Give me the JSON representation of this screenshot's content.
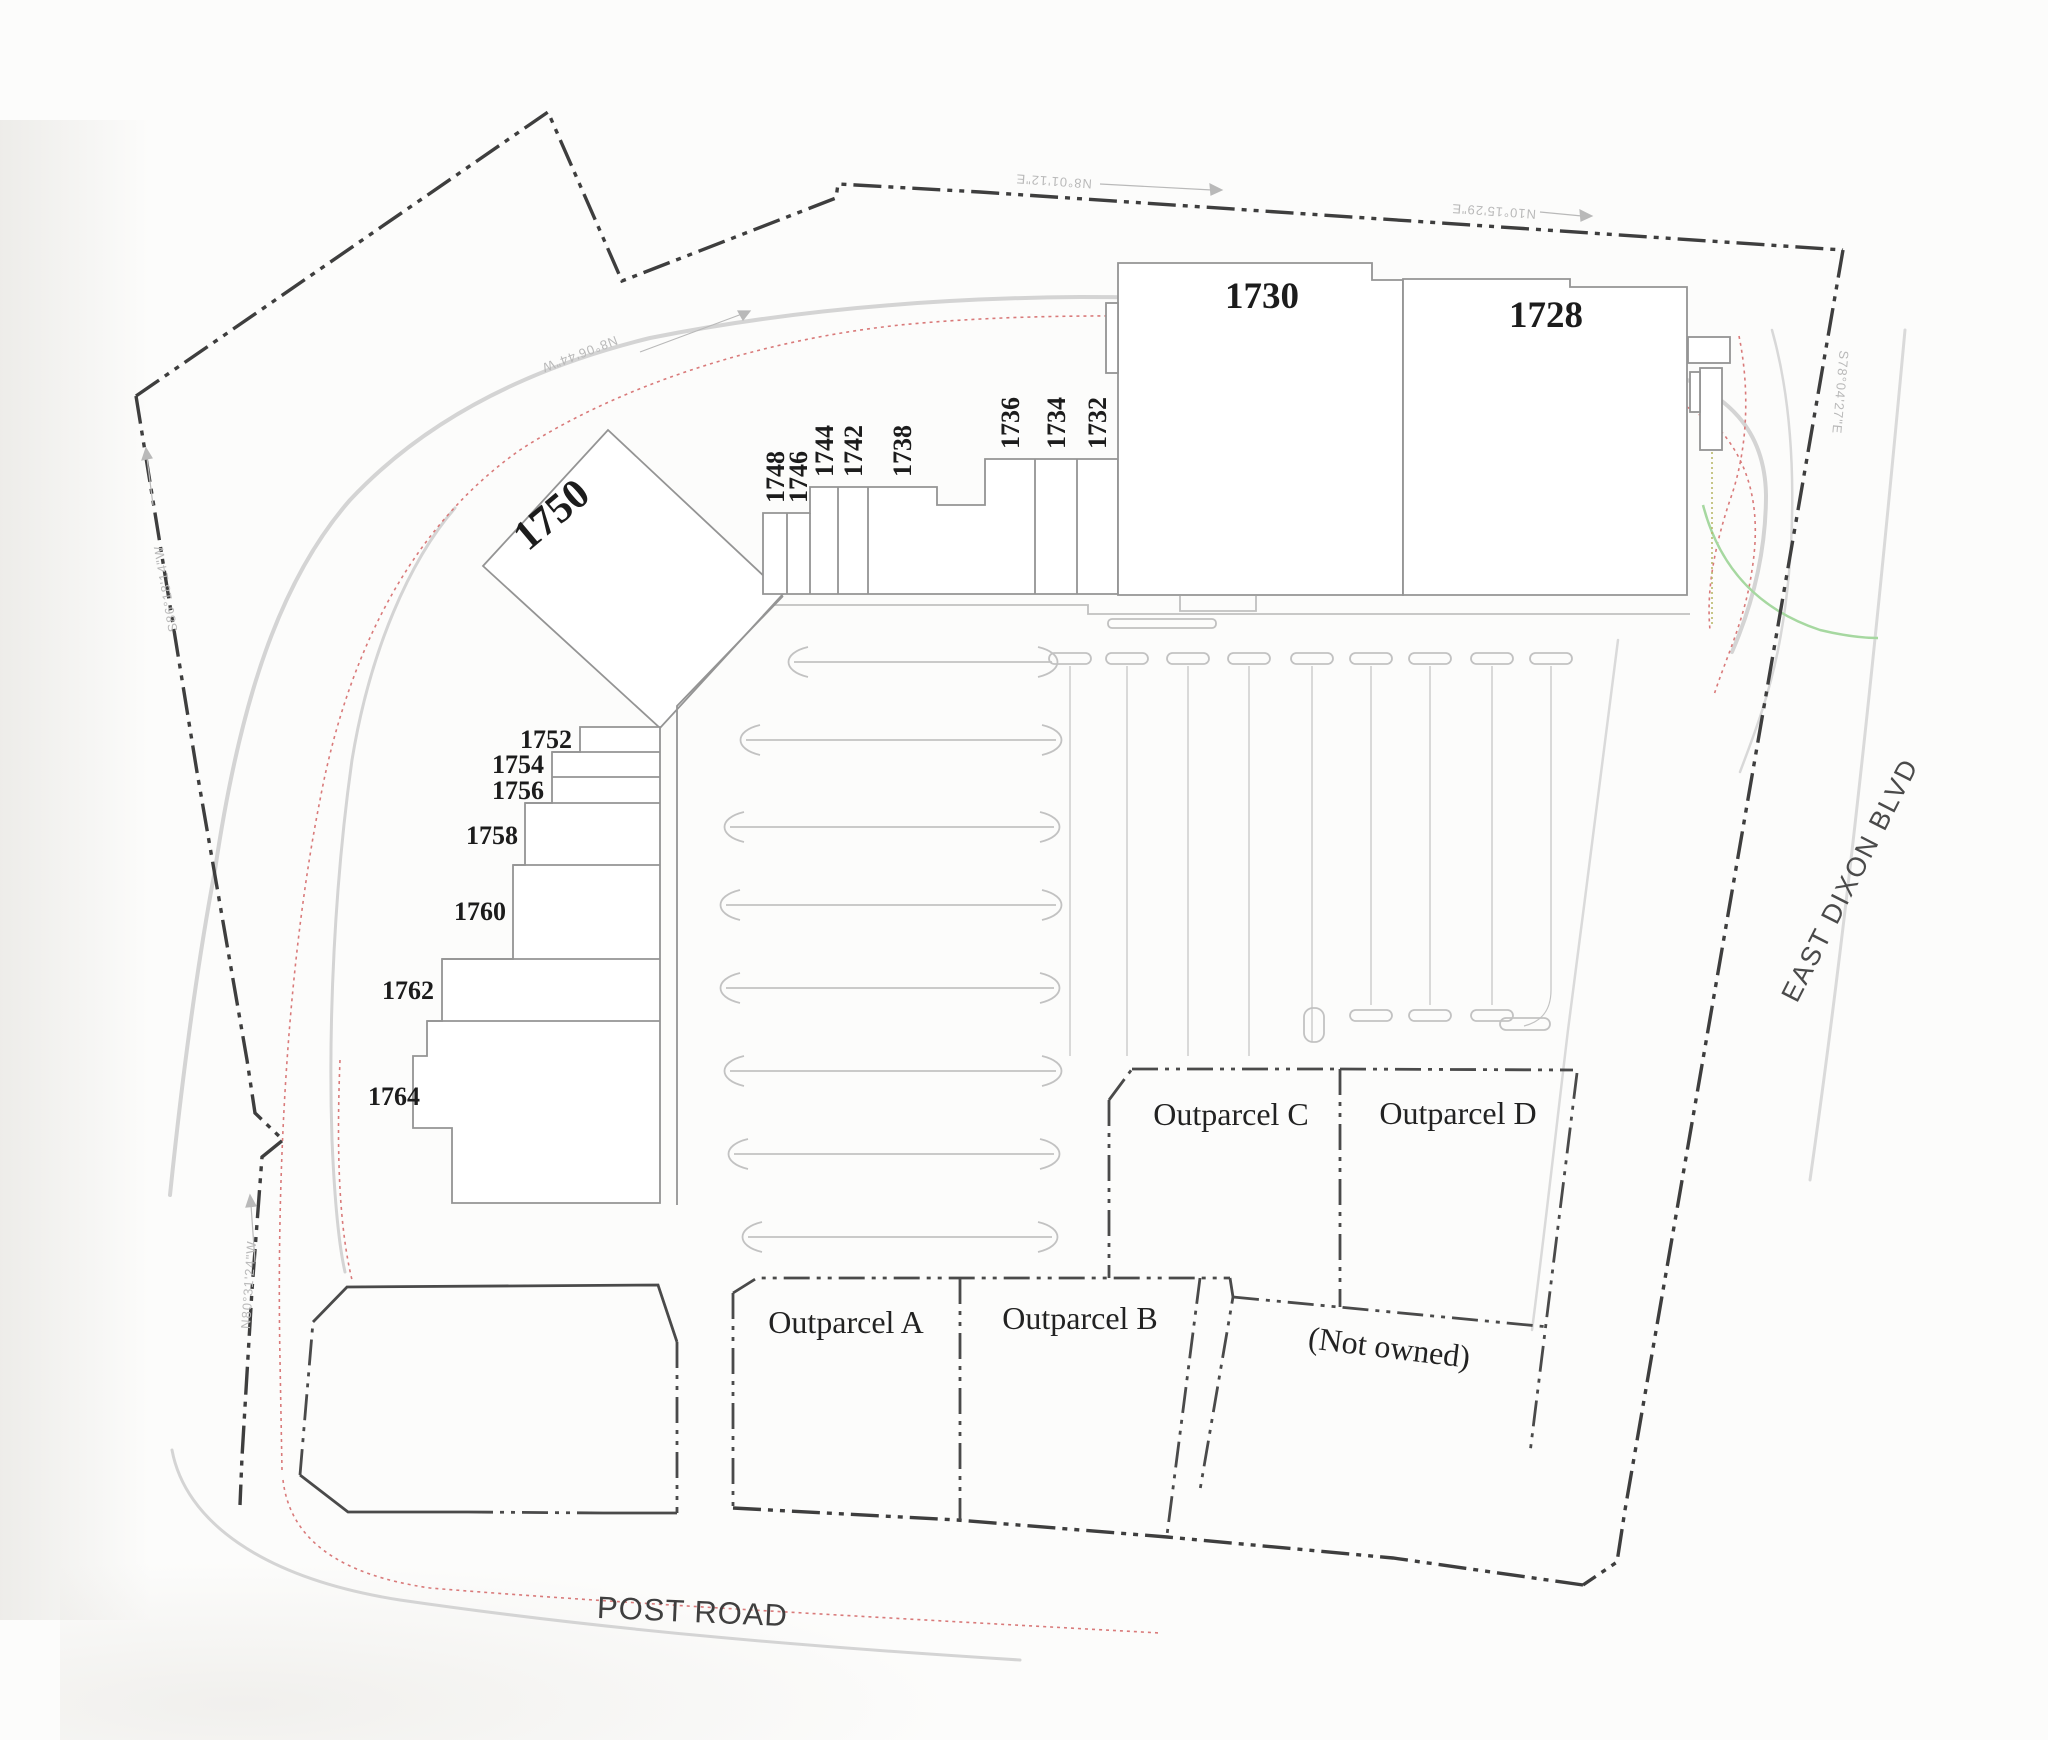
{
  "plan": {
    "buildings": {
      "b1730": "1730",
      "b1728": "1728",
      "b1750": "1750"
    },
    "strip_units": [
      "1748",
      "1746",
      "1744",
      "1742",
      "1738",
      "1736",
      "1734",
      "1732"
    ],
    "west_units": [
      "1752",
      "1754",
      "1756",
      "1758",
      "1760",
      "1762",
      "1764"
    ],
    "outparcels": {
      "a": "Outparcel A",
      "b": "Outparcel B",
      "c": "Outparcel C",
      "d": "Outparcel D",
      "not_owned": "(Not owned)"
    },
    "roads": {
      "post_road": "POST ROAD",
      "east_dixon": "EAST DIXON BLVD"
    },
    "bearings": {
      "top_left": "N8°06'44\"W",
      "top_center": "N8°01'12\"E",
      "top_right": "N10°15'29\"E",
      "east": "S78°04'27\"E",
      "west_upper": "S86°18'14\"W",
      "west_lower": "N80°31'24\"W"
    },
    "colors": {
      "boundary": "#3e3e3e",
      "building_outline": "#949494",
      "road_edge": "#d4d4d4",
      "offset_line": "#d97a7a",
      "green_line": "#a6d8a0",
      "bearing_text": "#b9b9b9"
    }
  }
}
